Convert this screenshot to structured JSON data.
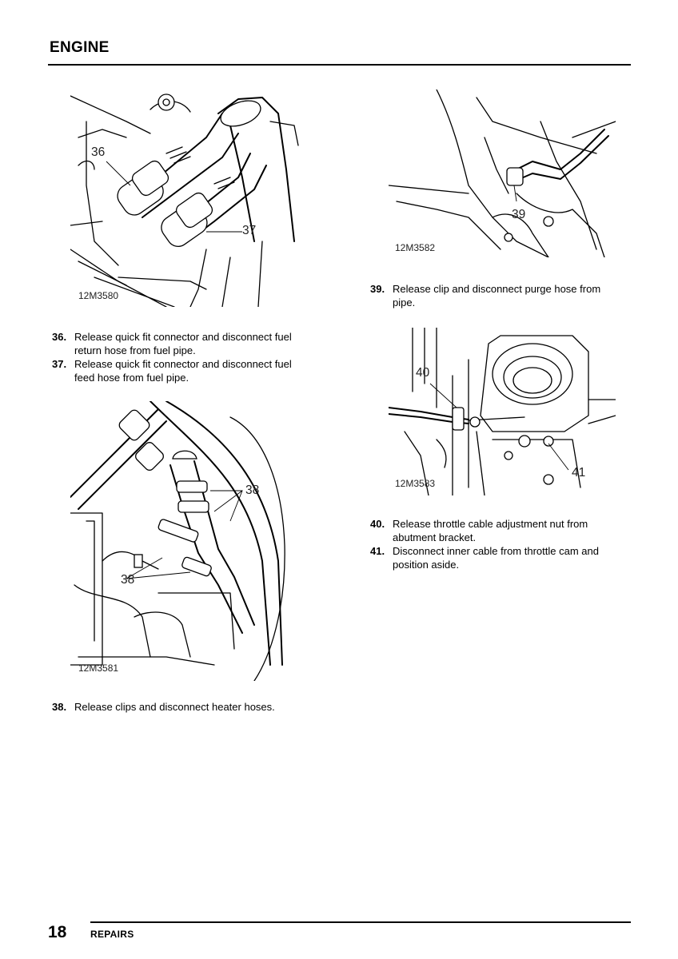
{
  "header": {
    "title": "ENGINE"
  },
  "figures": {
    "fig_3580": {
      "id": "12M3580",
      "callouts": [
        "36",
        "37"
      ]
    },
    "fig_3582": {
      "id": "12M3582",
      "callouts": [
        "39"
      ]
    },
    "fig_3581": {
      "id": "12M3581",
      "callouts": [
        "38",
        "38"
      ]
    },
    "fig_3583": {
      "id": "12M3583",
      "callouts": [
        "40",
        "41"
      ]
    }
  },
  "steps": [
    {
      "num": "36.",
      "text": [
        "Release quick fit connector and disconnect fuel",
        "return hose from fuel pipe."
      ]
    },
    {
      "num": "37.",
      "text": [
        "Release quick fit connector and disconnect fuel",
        "feed hose from fuel pipe."
      ]
    },
    {
      "num": "38.",
      "text": [
        "Release clips and disconnect heater hoses."
      ]
    },
    {
      "num": "39.",
      "text": [
        "Release clip and disconnect purge hose from",
        "pipe."
      ]
    },
    {
      "num": "40.",
      "text": [
        "Release throttle cable adjustment nut from",
        "abutment bracket."
      ]
    },
    {
      "num": "41.",
      "text": [
        "Disconnect inner cable from throttle cam and",
        "position aside."
      ]
    }
  ],
  "footer": {
    "page_number": "18",
    "section": "REPAIRS"
  }
}
